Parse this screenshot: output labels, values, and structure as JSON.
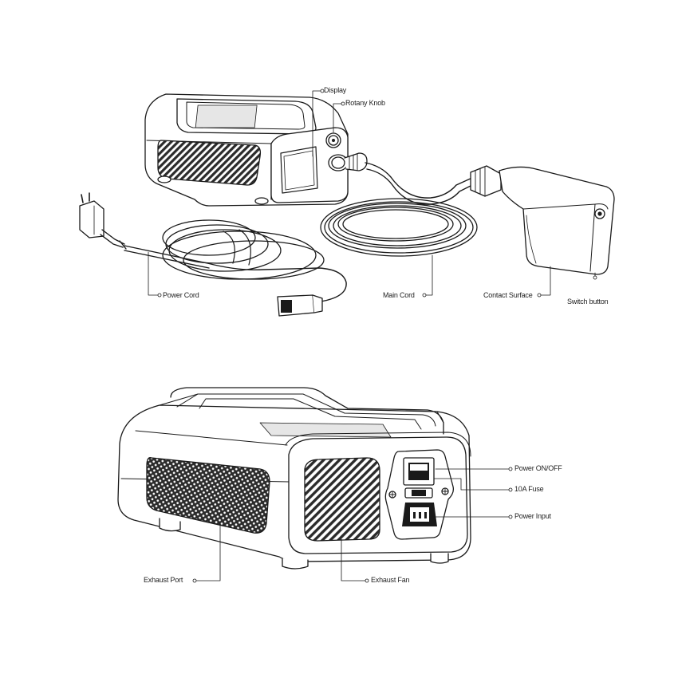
{
  "colors": {
    "line": "#1a1a1a",
    "background": "#ffffff",
    "fill_dark": "#2b2b2b",
    "fill_grey": "#e6e6e6"
  },
  "top_view": {
    "labels": {
      "display": "Display",
      "rotary_knob": "Rotany Knob",
      "power_cord": "Power Cord",
      "main_cord": "Main Cord",
      "contact_surface": "Contact Surface",
      "switch_button": "Switch button"
    }
  },
  "rear_view": {
    "labels": {
      "power_switch": "Power ON/OFF",
      "fuse": "10A Fuse",
      "power_input": "Power Input",
      "exhaust_port": "Exhaust Port",
      "exhaust_fan": "Exhaust Fan"
    }
  }
}
